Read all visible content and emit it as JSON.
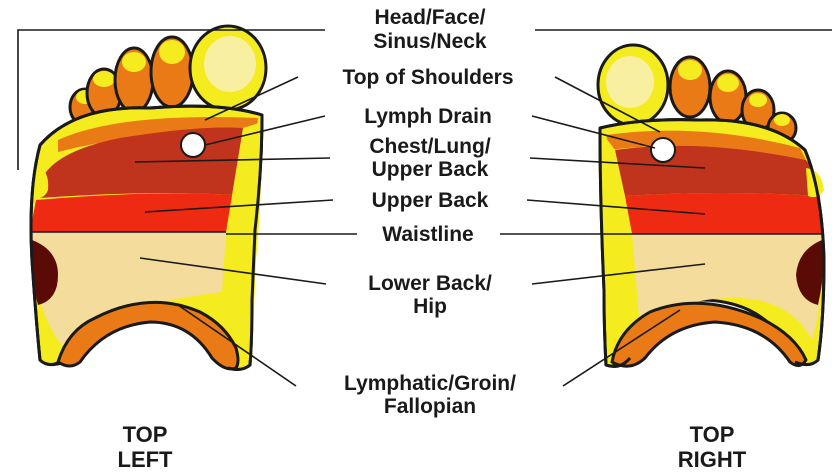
{
  "labels": {
    "head_1": "Head/Face/",
    "head_2": "Sinus/Neck",
    "shoulders": "Top of Shoulders",
    "lymph": "Lymph Drain",
    "chest_1": "Chest/Lung/",
    "chest_2": "Upper Back",
    "upper_back": "Upper Back",
    "waist": "Waistline",
    "lower_1": "Lower Back/",
    "lower_2": "Hip",
    "groin_1": "Lymphatic/Groin/",
    "groin_2": "Fallopian"
  },
  "captions": {
    "left_1": "TOP",
    "left_2": "LEFT",
    "right_1": "TOP",
    "right_2": "RIGHT"
  },
  "colors": {
    "outline": "#1a1a1a",
    "yellow": "#f4ec1e",
    "light_yellow": "#f8f0a0",
    "tan": "#f3dc9c",
    "orange": "#ea7a16",
    "dark_red": "#c0331c",
    "red": "#ee2a12",
    "maroon": "#5b0b06"
  }
}
